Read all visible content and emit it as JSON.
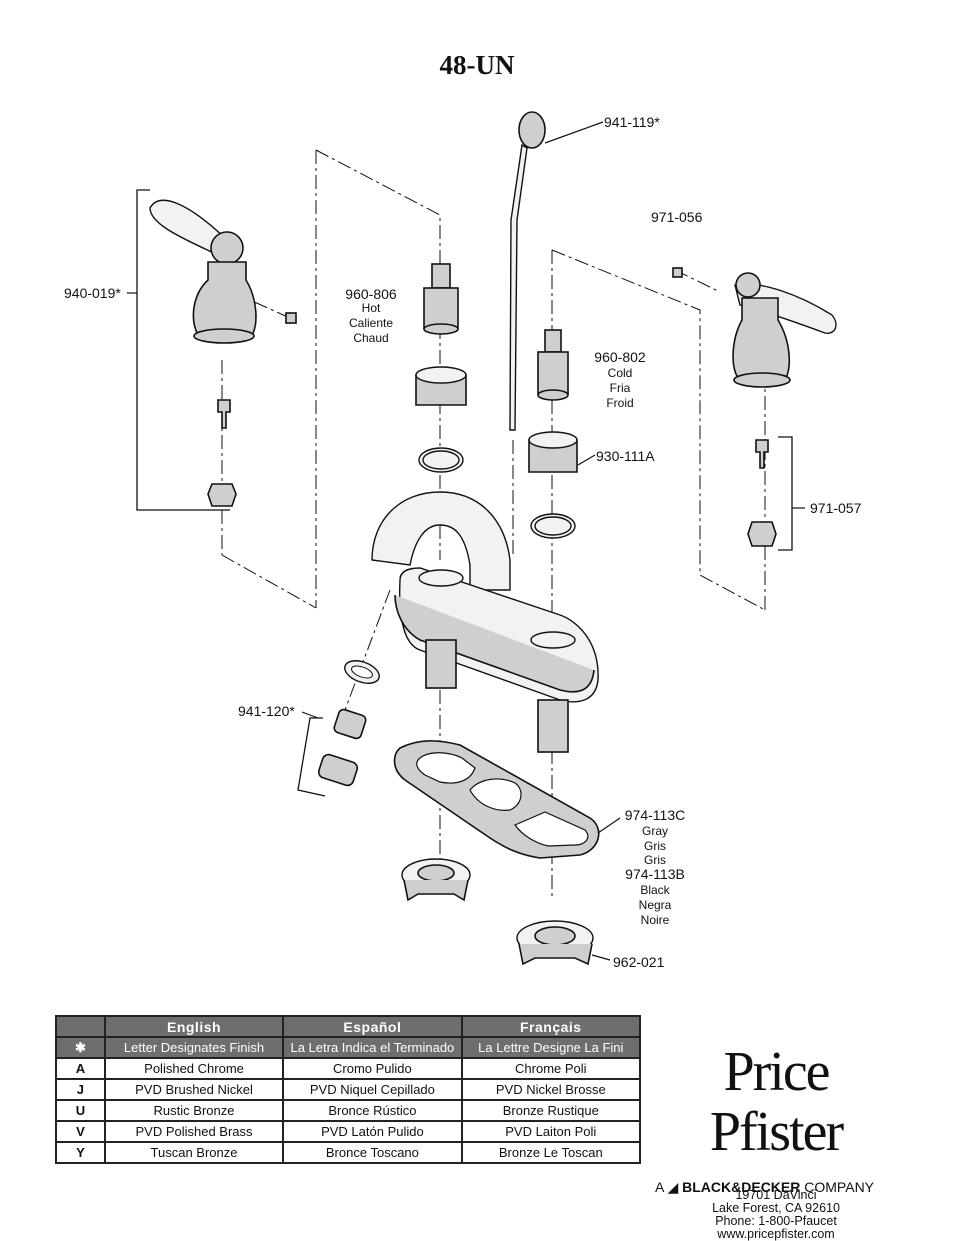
{
  "title": "48-UN",
  "parts": {
    "p941_119": "941-119*",
    "p971_056": "971-056",
    "p940_019": "940-019*",
    "p960_806": "960-806",
    "p960_806_hot": "Hot",
    "p960_806_caliente": "Caliente",
    "p960_806_chaud": "Chaud",
    "p960_802": "960-802",
    "p960_802_cold": "Cold",
    "p960_802_fria": "Fria",
    "p960_802_froid": "Froid",
    "p930_111a": "930-111A",
    "p971_057": "971-057",
    "p941_120": "941-120*",
    "p974_113c": "974-113C",
    "gray": "Gray",
    "gris1": "Gris",
    "gris2": "Gris",
    "p974_113b": "974-113B",
    "black": "Black",
    "negra": "Negra",
    "noire": "Noire",
    "p962_021": "962-021"
  },
  "table": {
    "headers": [
      "English",
      "Español",
      "Français"
    ],
    "star": {
      "code": "✱",
      "english": "Letter Designates Finish",
      "espanol": "La Letra Indica el Terminado",
      "francais": "La Lettre Designe La Fini"
    },
    "rows": [
      {
        "code": "A",
        "english": "Polished Chrome",
        "espanol": "Cromo Pulido",
        "francais": "Chrome Poli"
      },
      {
        "code": "J",
        "english": "PVD Brushed Nickel",
        "espanol": "PVD Niquel Cepillado",
        "francais": "PVD Nickel Brosse"
      },
      {
        "code": "U",
        "english": "Rustic Bronze",
        "espanol": "Bronce Rústico",
        "francais": "Bronze Rustique"
      },
      {
        "code": "V",
        "english": "PVD Polished Brass",
        "espanol": "PVD Latón Pulido",
        "francais": "PVD Laiton Poli"
      },
      {
        "code": "Y",
        "english": "Tuscan Bronze",
        "espanol": "Bronce Toscano",
        "francais": "Bronze Le Toscan"
      }
    ]
  },
  "brand": {
    "logo": "Price Pfister",
    "address1": "19701 DaVinci",
    "address2": "Lake Forest, CA 92610",
    "phone": "Phone: 1-800-Pfaucet",
    "web": "www.pricepfister.com",
    "company_prefix": "A",
    "company_name": "BLACK&DECKER",
    "company_suffix": "COMPANY"
  },
  "colors": {
    "header_bg": "#6e6e6e",
    "part_fill": "#cfcfcf"
  }
}
